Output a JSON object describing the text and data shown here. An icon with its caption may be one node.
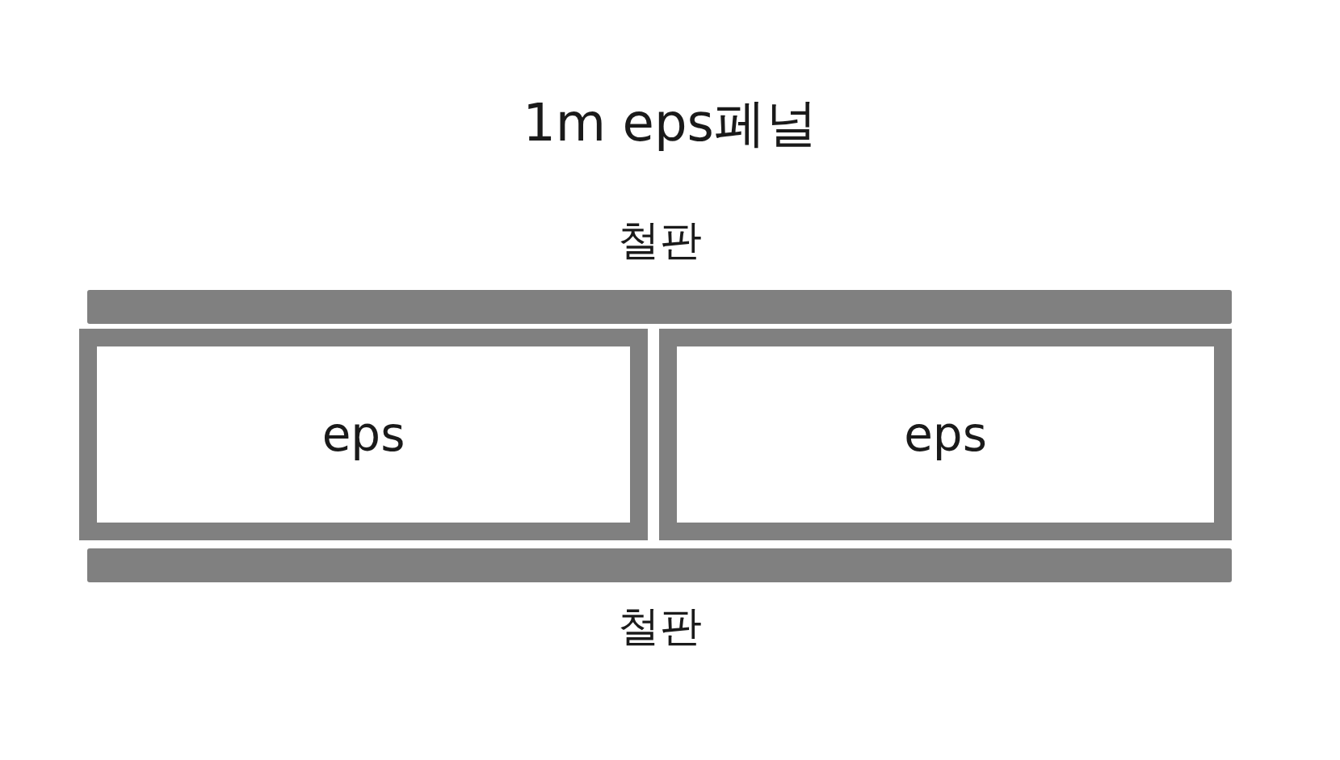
{
  "diagram": {
    "title": "1m eps페널",
    "nodes": [
      {
        "text": [
          "철판"
        ]
      },
      {
        "text": [
          "eps"
        ]
      },
      {
        "text": [
          "eps"
        ]
      },
      {
        "text": [
          "철판"
        ]
      }
    ]
  }
}
